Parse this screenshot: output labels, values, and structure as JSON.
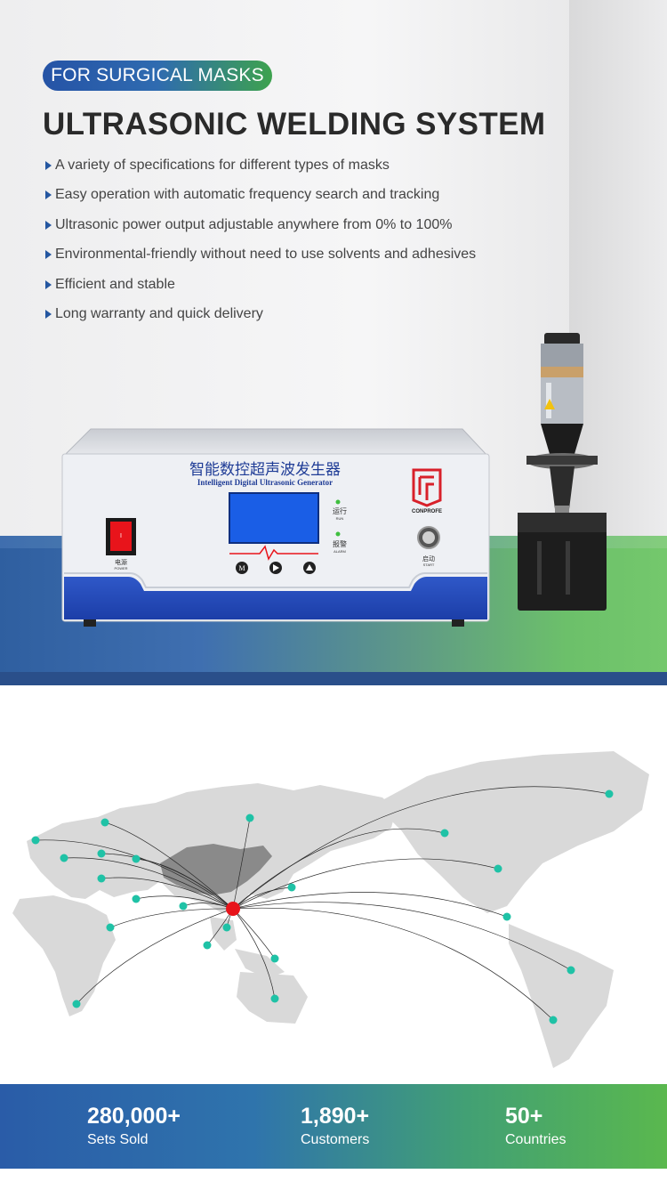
{
  "hero": {
    "badge": "FOR SURGICAL MASKS",
    "title": "ULTRASONIC WELDING SYSTEM",
    "features": [
      "A variety of specifications for different types of masks",
      "Easy operation with automatic frequency search and tracking",
      "Ultrasonic power output adjustable anywhere from 0% to 100%",
      "Environmental-friendly without need to use solvents and adhesives",
      "Efficient and stable",
      "Long warranty and quick delivery"
    ]
  },
  "generator": {
    "title_cn": "智能数控超声波发生器",
    "title_en": "Intelligent Digital Ultrasonic Generator",
    "brand": "CONPROFE",
    "power_cn": "电源",
    "power_en": "POWER",
    "run_cn": "运行",
    "run_en": "RUN",
    "alarm_cn": "报警",
    "alarm_en": "ALARM",
    "start_cn": "启动",
    "start_en": "START",
    "button_m": "M"
  },
  "colors": {
    "brand_blue": "#2456a0",
    "brand_green": "#4fb04e",
    "map_dot": "#1fc2a6",
    "map_hub": "#e8141b",
    "map_land": "#d9d9d9"
  },
  "stats": [
    {
      "value": "280,000+",
      "label": "Sets Sold"
    },
    {
      "value": "1,890+",
      "label": "Customers"
    },
    {
      "value": "50+",
      "label": "Countries"
    }
  ]
}
